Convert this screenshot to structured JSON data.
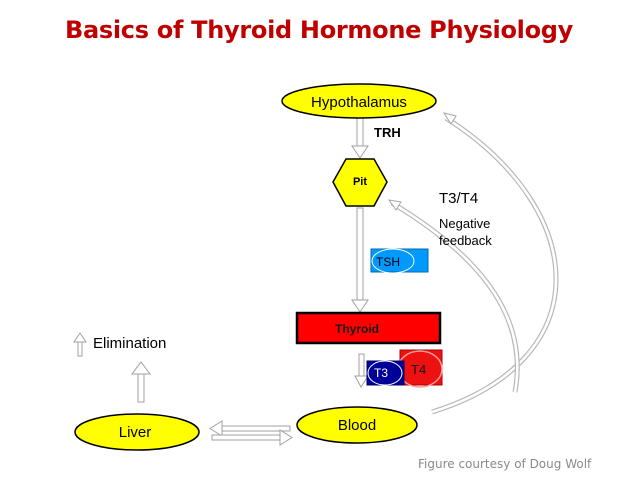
{
  "title": "Basics of Thyroid Hormone Physiology",
  "colors": {
    "title": "#c00000",
    "gland_fill": "#ffff00",
    "thyroid_fill": "#ff0000",
    "tsh_fill": "#0099ff",
    "t3_fill": "#000099",
    "t4_fill": "#ee1111"
  },
  "nodes": {
    "hypothalamus": "Hypothalamus",
    "pituitary": "Pit",
    "thyroid": "Thyroid",
    "blood": "Blood",
    "liver": "Liver",
    "tsh": "TSH",
    "t3": "T3",
    "t4": "T4"
  },
  "labels": {
    "trh": "TRH",
    "t3t4": "T3/T4",
    "negative": "Negative",
    "feedback": "feedback",
    "elimination": "Elimination"
  },
  "footer": "Figure courtesy of Doug Wolf"
}
